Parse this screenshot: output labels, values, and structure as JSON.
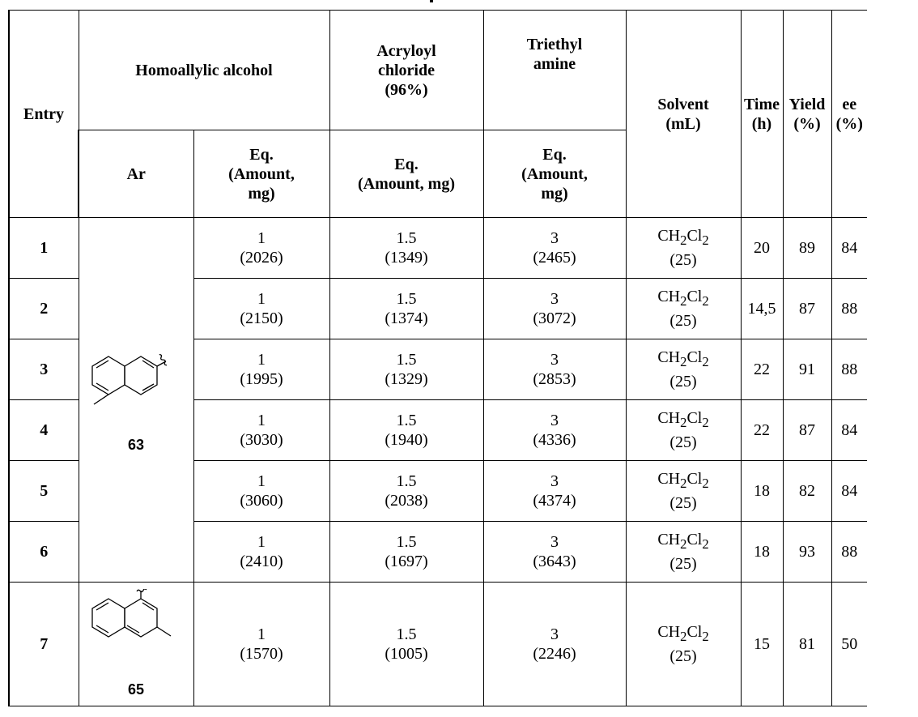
{
  "headers": {
    "entry": "Entry",
    "homoallylic": "Homoallylic alcohol",
    "acryloyl": [
      "Acryloyl",
      "chloride",
      "(96%)"
    ],
    "triethyl": [
      "Triethyl",
      "amine"
    ],
    "solvent": [
      "Solvent",
      "(mL)"
    ],
    "time": [
      "Time",
      "(h)"
    ],
    "yield": [
      "Yield",
      "(%)"
    ],
    "ee": [
      "ee",
      "(%)"
    ],
    "ar": "Ar",
    "alc_eq": [
      "Eq.",
      "(Amount,",
      "mg)"
    ],
    "acr_eq": [
      "Eq.",
      "(Amount, mg)"
    ],
    "tea_eq": [
      "Eq.",
      "(Amount,",
      "mg)"
    ]
  },
  "compounds": [
    {
      "label": "63",
      "icon": "1-naphthyl-4-methyl-structure"
    },
    {
      "label": "65",
      "icon": "1-naphthyl-2-methyl-structure"
    }
  ],
  "rows": [
    {
      "entry": "1",
      "alc_eq": "1",
      "alc_amt": "(2026)",
      "acr_eq": "1.5",
      "acr_amt": "(1349)",
      "tea_eq": "3",
      "tea_amt": "(2465)",
      "solvent": "CH2Cl2",
      "solvent_ml": "(25)",
      "time": "20",
      "yield": "89",
      "ee": "84"
    },
    {
      "entry": "2",
      "alc_eq": "1",
      "alc_amt": "(2150)",
      "acr_eq": "1.5",
      "acr_amt": "(1374)",
      "tea_eq": "3",
      "tea_amt": "(3072)",
      "solvent": "CH2Cl2",
      "solvent_ml": "(25)",
      "time": "14,5",
      "yield": "87",
      "ee": "88"
    },
    {
      "entry": "3",
      "alc_eq": "1",
      "alc_amt": "(1995)",
      "acr_eq": "1.5",
      "acr_amt": "(1329)",
      "tea_eq": "3",
      "tea_amt": "(2853)",
      "solvent": "CH2Cl2",
      "solvent_ml": "(25)",
      "time": "22",
      "yield": "91",
      "ee": "88"
    },
    {
      "entry": "4",
      "alc_eq": "1",
      "alc_amt": "(3030)",
      "acr_eq": "1.5",
      "acr_amt": "(1940)",
      "tea_eq": "3",
      "tea_amt": "(4336)",
      "solvent": "CH2Cl2",
      "solvent_ml": "(25)",
      "time": "22",
      "yield": "87",
      "ee": "84"
    },
    {
      "entry": "5",
      "alc_eq": "1",
      "alc_amt": "(3060)",
      "acr_eq": "1.5",
      "acr_amt": "(2038)",
      "tea_eq": "3",
      "tea_amt": "(4374)",
      "solvent": "CH2Cl2",
      "solvent_ml": "(25)",
      "time": "18",
      "yield": "82",
      "ee": "84"
    },
    {
      "entry": "6",
      "alc_eq": "1",
      "alc_amt": "(2410)",
      "acr_eq": "1.5",
      "acr_amt": "(1697)",
      "tea_eq": "3",
      "tea_amt": "(3643)",
      "solvent": "CH2Cl2",
      "solvent_ml": "(25)",
      "time": "18",
      "yield": "93",
      "ee": "88"
    },
    {
      "entry": "7",
      "alc_eq": "1",
      "alc_amt": "(1570)",
      "acr_eq": "1.5",
      "acr_amt": "(1005)",
      "tea_eq": "3",
      "tea_amt": "(2246)",
      "solvent": "CH2Cl2",
      "solvent_ml": "(25)",
      "time": "15",
      "yield": "81",
      "ee": "50"
    }
  ]
}
